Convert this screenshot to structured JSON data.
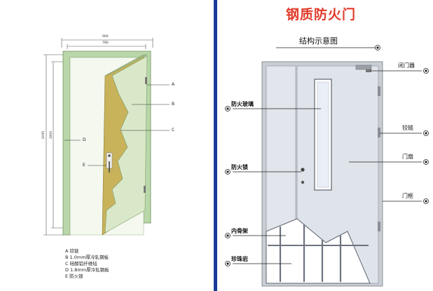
{
  "left": {
    "dimension_labels": {
      "width_outer": "900",
      "width_inner": "780",
      "height_outer": "2095",
      "height_inner": "1900"
    },
    "part_letters": [
      "A",
      "B",
      "C",
      "D",
      "E"
    ],
    "legend": [
      "A 铰链",
      "B 1.0mm厚冷轧钢板",
      "C 硅酸铝纤维毡",
      "D 1.8mm厚冷轧钢板",
      "E 防火锁"
    ]
  },
  "right": {
    "title": "钢质防火门",
    "subtitle": "结构示意图",
    "callouts_left": [
      "防火玻璃",
      "防火锁",
      "内骨架",
      "珍珠岩"
    ],
    "callouts_right": [
      "闭门器",
      "铰链",
      "门扇",
      "门框"
    ]
  },
  "colors": {
    "divider": "#1a3a9a",
    "title_red": "#e23a2a",
    "door_frame": "#b9d7a8",
    "door_face": "#e6f0dc",
    "insulation": "#c8b25a",
    "fire_door_body": "#dfe3ea",
    "frame_gray": "#c9cdd4",
    "glass_blue": "#8fa8d2"
  }
}
